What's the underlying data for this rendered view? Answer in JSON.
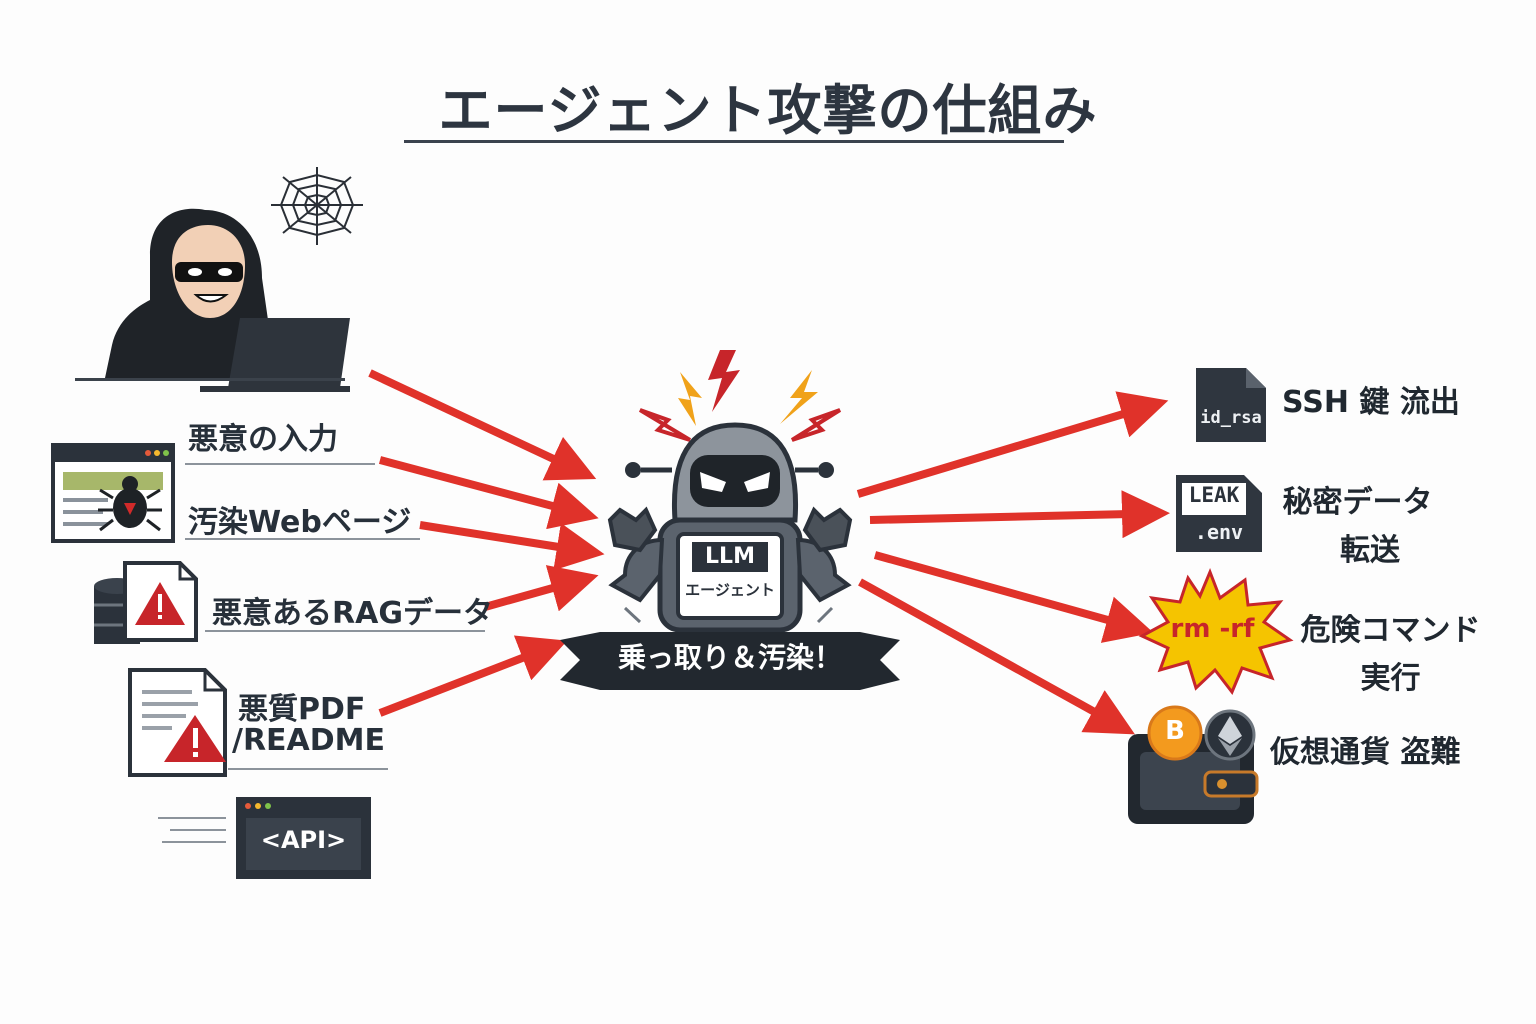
{
  "title": "エージェント攻撃の仕組み",
  "inputs": {
    "malicious_input": "悪意の入力",
    "poisoned_web": "汚染Webページ",
    "malicious_rag": "悪意あるRAGデータ",
    "malicious_pdf_line1": "悪質PDF",
    "malicious_pdf_line2": "/README",
    "api_label": "<API>"
  },
  "agent": {
    "screen_label": "LLM",
    "chest_label": "エージェント",
    "banner": "乗っ取り＆汚染！"
  },
  "outputs": {
    "ssh_file": "id_rsa",
    "ssh_label": "SSH 鍵 流出",
    "env_file_top": "LEAK",
    "env_file_bottom": ".env",
    "secret_line1": "秘密データ",
    "secret_line2": "転送",
    "danger_cmd": "rm -rf",
    "danger_line1": "危険コマンド",
    "danger_line2": "実行",
    "crypto_label": "仮想通貨 盗難",
    "bitcoin_symbol": "B",
    "ether_symbol": "◆"
  },
  "colors": {
    "arrow": "#e0322a",
    "dark": "#2b323b",
    "warning": "#c7252a",
    "burst": "#f5c400",
    "bitcoin": "#f39a1e"
  },
  "icons": [
    "hacker-icon",
    "spiderweb-icon",
    "browser-bug-icon",
    "database-warning-icon",
    "pdf-warning-icon",
    "api-window-icon",
    "robot-agent-icon",
    "file-icon",
    "burst-icon",
    "crypto-wallet-icon"
  ]
}
